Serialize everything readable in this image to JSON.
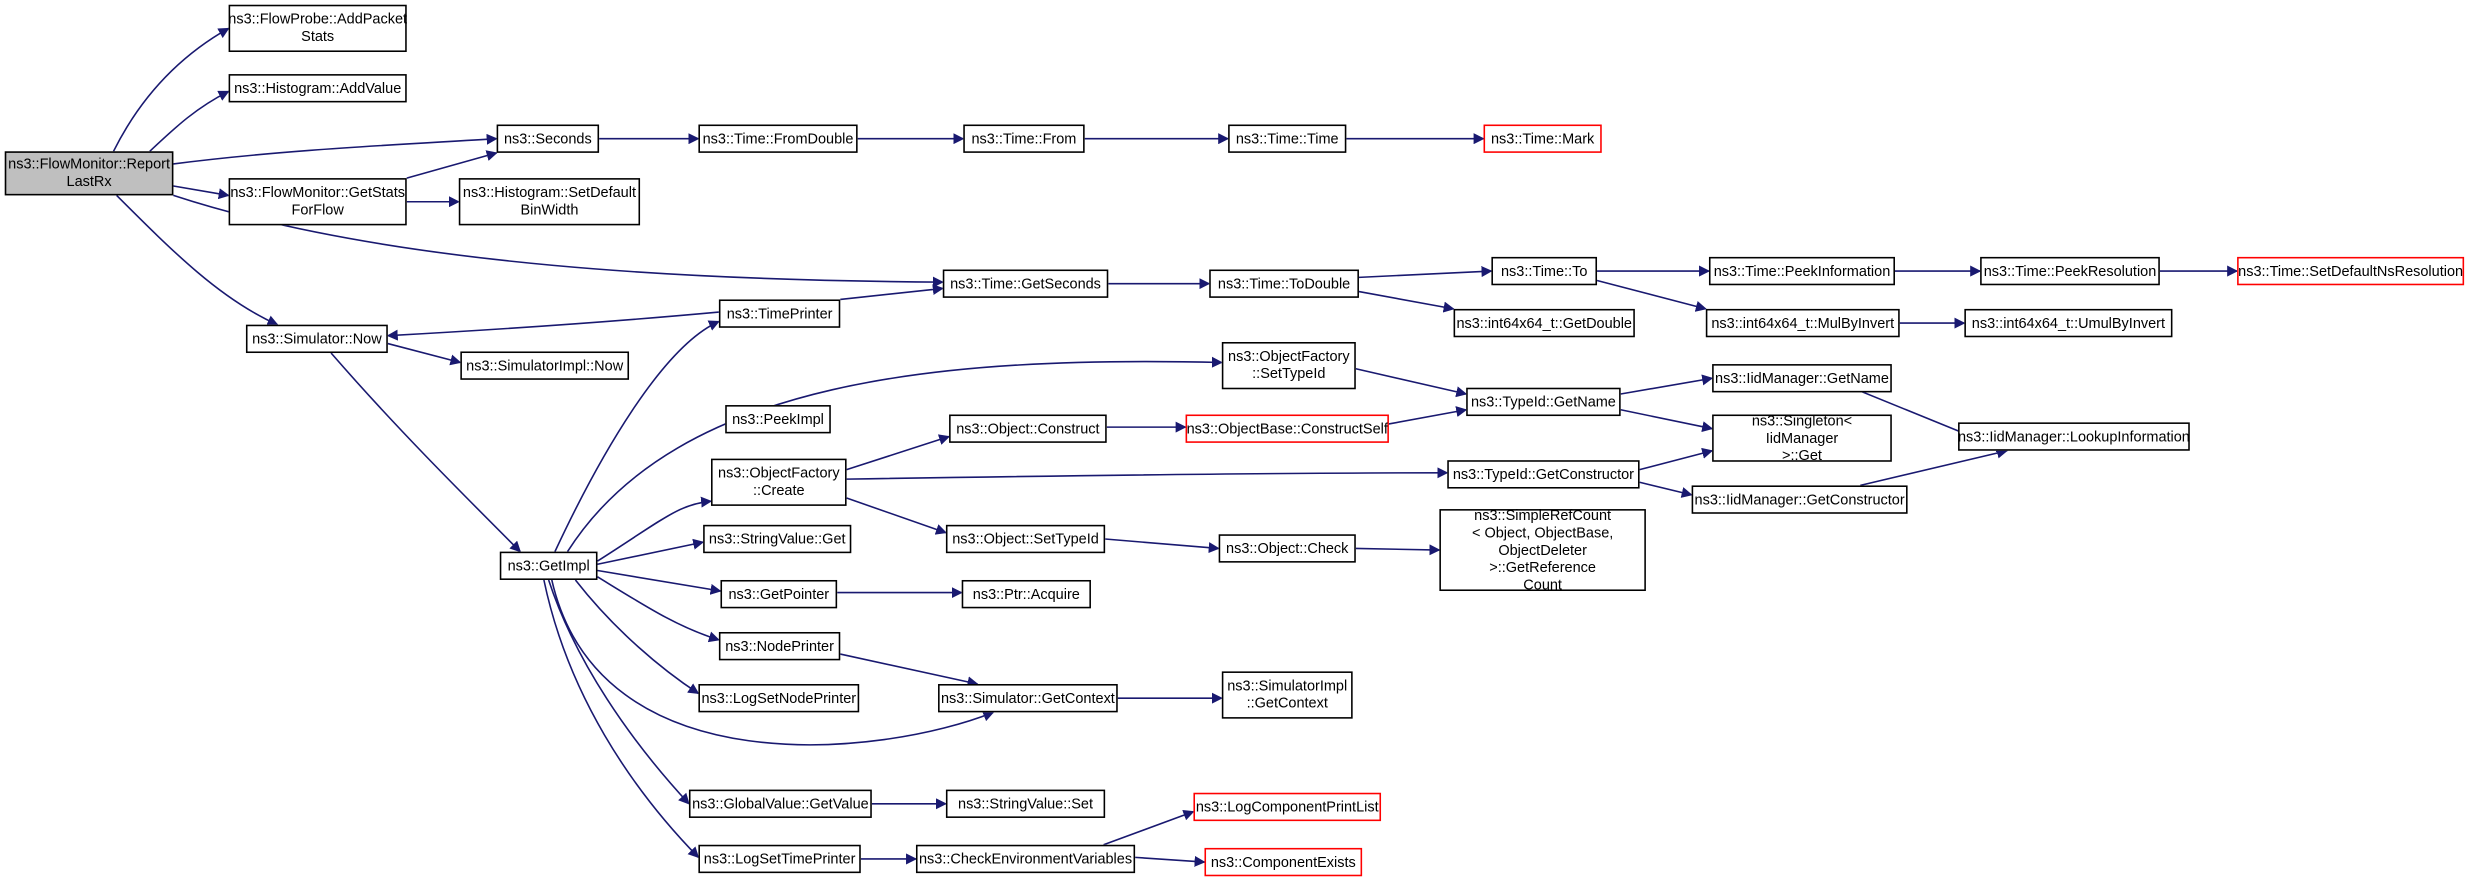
{
  "graph": {
    "edge_color": "#191970",
    "red_border_color": "#ff0000",
    "focus_fill": "#bfbfbf",
    "nodes": [
      {
        "id": "root",
        "label": "ns3::FlowMonitor::Report\nLastRx",
        "style": "focus"
      },
      {
        "id": "n1",
        "label": "ns3::FlowProbe::AddPacket\nStats"
      },
      {
        "id": "n2",
        "label": "ns3::Histogram::AddValue"
      },
      {
        "id": "n3",
        "label": "ns3::Seconds"
      },
      {
        "id": "n4",
        "label": "ns3::FlowMonitor::GetStats\nForFlow"
      },
      {
        "id": "n5",
        "label": "ns3::Histogram::SetDefault\nBinWidth"
      },
      {
        "id": "n6",
        "label": "ns3::Time::FromDouble"
      },
      {
        "id": "n7",
        "label": "ns3::Time::From"
      },
      {
        "id": "n8",
        "label": "ns3::Time::Time"
      },
      {
        "id": "n9",
        "label": "ns3::Time::Mark",
        "style": "red"
      },
      {
        "id": "n10",
        "label": "ns3::Time::GetSeconds"
      },
      {
        "id": "n11",
        "label": "ns3::Time::ToDouble"
      },
      {
        "id": "n12",
        "label": "ns3::Time::To"
      },
      {
        "id": "n13",
        "label": "ns3::int64x64_t::GetDouble"
      },
      {
        "id": "n14",
        "label": "ns3::Time::PeekInformation"
      },
      {
        "id": "n15",
        "label": "ns3::int64x64_t::MulByInvert"
      },
      {
        "id": "n16",
        "label": "ns3::Time::PeekResolution"
      },
      {
        "id": "n17",
        "label": "ns3::int64x64_t::UmulByInvert"
      },
      {
        "id": "n18",
        "label": "ns3::Time::SetDefaultNsResolution",
        "style": "red"
      },
      {
        "id": "n19",
        "label": "ns3::Simulator::Now"
      },
      {
        "id": "n20",
        "label": "ns3::TimePrinter"
      },
      {
        "id": "n21",
        "label": "ns3::SimulatorImpl::Now"
      },
      {
        "id": "n22",
        "label": "ns3::GetImpl"
      },
      {
        "id": "n23",
        "label": "ns3::ObjectFactory\n::SetTypeId"
      },
      {
        "id": "n24",
        "label": "ns3::PeekImpl"
      },
      {
        "id": "n25",
        "label": "ns3::ObjectFactory\n::Create"
      },
      {
        "id": "n26",
        "label": "ns3::Object::Construct"
      },
      {
        "id": "n27",
        "label": "ns3::ObjectBase::ConstructSelf",
        "style": "red"
      },
      {
        "id": "n28",
        "label": "ns3::TypeId::GetName"
      },
      {
        "id": "n29",
        "label": "ns3::IidManager::GetName"
      },
      {
        "id": "n30",
        "label": "ns3::Singleton< IidManager\n>::Get"
      },
      {
        "id": "n31",
        "label": "ns3::IidManager::LookupInformation"
      },
      {
        "id": "n32",
        "label": "ns3::TypeId::GetConstructor"
      },
      {
        "id": "n33",
        "label": "ns3::IidManager::GetConstructor"
      },
      {
        "id": "n34",
        "label": "ns3::StringValue::Get"
      },
      {
        "id": "n35",
        "label": "ns3::Object::SetTypeId"
      },
      {
        "id": "n36",
        "label": "ns3::Object::Check"
      },
      {
        "id": "n37",
        "label": "ns3::SimpleRefCount\n< Object, ObjectBase,\nObjectDeleter >::GetReference\nCount"
      },
      {
        "id": "n38",
        "label": "ns3::GetPointer"
      },
      {
        "id": "n39",
        "label": "ns3::Ptr::Acquire"
      },
      {
        "id": "n40",
        "label": "ns3::NodePrinter"
      },
      {
        "id": "n41",
        "label": "ns3::LogSetNodePrinter"
      },
      {
        "id": "n42",
        "label": "ns3::Simulator::GetContext"
      },
      {
        "id": "n43",
        "label": "ns3::SimulatorImpl\n::GetContext"
      },
      {
        "id": "n44",
        "label": "ns3::GlobalValue::GetValue"
      },
      {
        "id": "n45",
        "label": "ns3::StringValue::Set"
      },
      {
        "id": "n46",
        "label": "ns3::LogSetTimePrinter"
      },
      {
        "id": "n47",
        "label": "ns3::CheckEnvironmentVariables"
      },
      {
        "id": "n48",
        "label": "ns3::LogComponentPrintList",
        "style": "red"
      },
      {
        "id": "n49",
        "label": "ns3::ComponentExists",
        "style": "red"
      }
    ]
  }
}
